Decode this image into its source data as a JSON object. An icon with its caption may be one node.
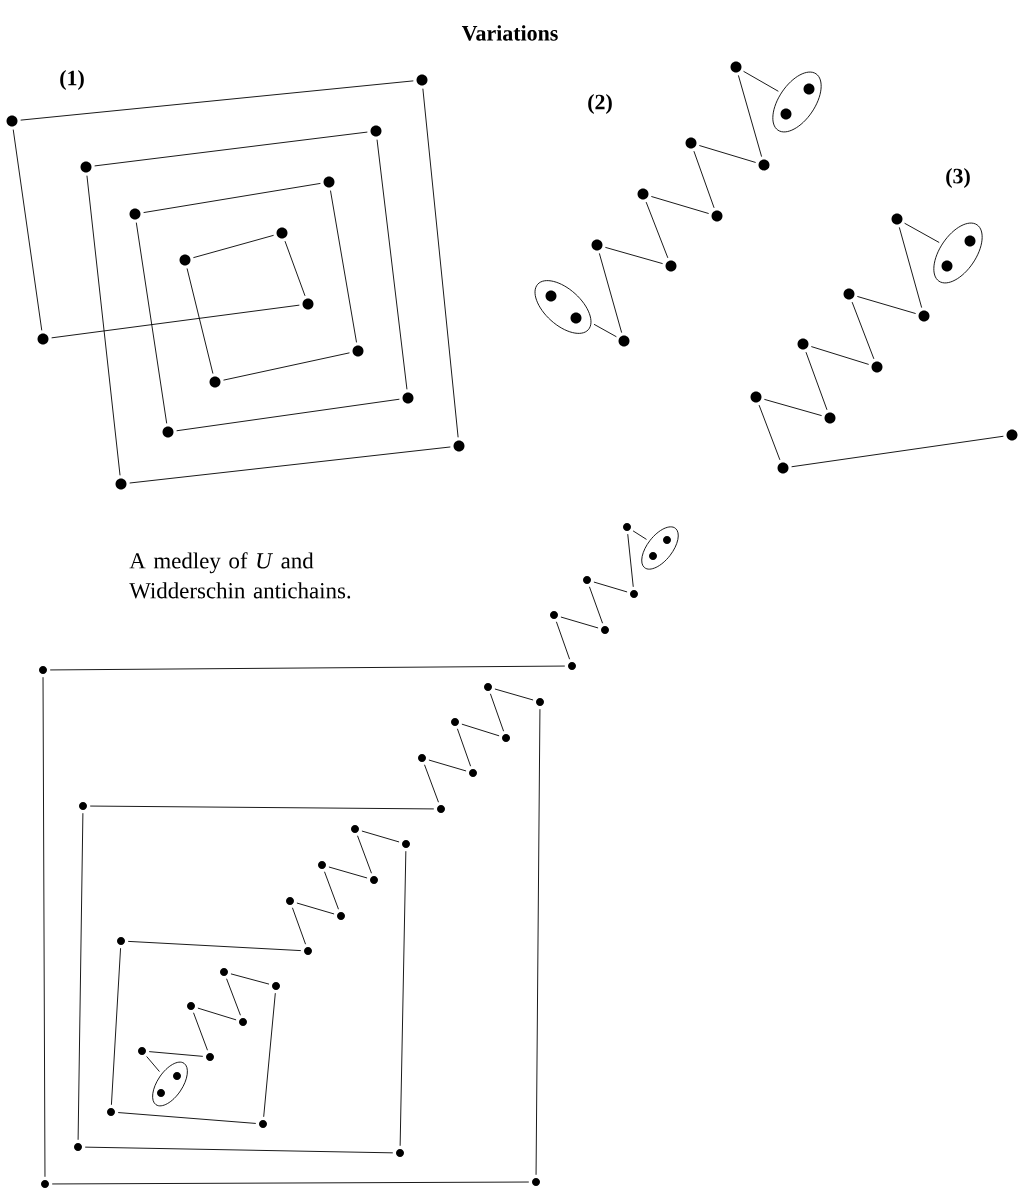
{
  "diagram": {
    "title": "Variations",
    "caption": "A medley of *U* and Widderschin antichains.",
    "labels": [
      "(1)",
      "(2)",
      "(3)"
    ],
    "nodes": [
      {
        "text": [],
        "shape": "circle"
      },
      {
        "text": [],
        "shape": "circle"
      },
      {
        "text": [],
        "shape": "circle"
      },
      {
        "text": [],
        "shape": "circle"
      },
      {
        "text": [],
        "shape": "circle"
      },
      {
        "text": [],
        "shape": "circle"
      },
      {
        "text": [],
        "shape": "circle"
      },
      {
        "text": [],
        "shape": "circle"
      },
      {
        "text": [],
        "shape": "circle"
      },
      {
        "text": [],
        "shape": "circle"
      },
      {
        "text": [],
        "shape": "circle"
      },
      {
        "text": [],
        "shape": "circle"
      },
      {
        "text": [],
        "shape": "circle"
      },
      {
        "text": [],
        "shape": "circle"
      },
      {
        "text": [],
        "shape": "circle"
      },
      {
        "text": [],
        "shape": "circle"
      },
      {
        "text": [],
        "shape": "ellipse"
      },
      {
        "text": [],
        "shape": "circle",
        "in": 16
      },
      {
        "text": [],
        "shape": "circle",
        "in": 16
      },
      {
        "text": [],
        "shape": "circle"
      },
      {
        "text": [],
        "shape": "circle"
      },
      {
        "text": [],
        "shape": "circle"
      },
      {
        "text": [],
        "shape": "circle"
      },
      {
        "text": [],
        "shape": "circle"
      },
      {
        "text": [],
        "shape": "circle"
      },
      {
        "text": [],
        "shape": "circle"
      },
      {
        "text": [],
        "shape": "circle"
      },
      {
        "text": [],
        "shape": "ellipse"
      },
      {
        "text": [],
        "shape": "circle",
        "in": 27
      },
      {
        "text": [],
        "shape": "circle",
        "in": 27
      },
      {
        "text": [],
        "shape": "circle"
      },
      {
        "text": [],
        "shape": "circle"
      },
      {
        "text": [],
        "shape": "circle"
      },
      {
        "text": [],
        "shape": "circle"
      },
      {
        "text": [],
        "shape": "circle"
      },
      {
        "text": [],
        "shape": "circle"
      },
      {
        "text": [],
        "shape": "circle"
      },
      {
        "text": [],
        "shape": "circle"
      },
      {
        "text": [],
        "shape": "circle"
      },
      {
        "text": [],
        "shape": "ellipse"
      },
      {
        "text": [],
        "shape": "circle",
        "in": 39
      },
      {
        "text": [],
        "shape": "circle",
        "in": 39
      },
      {
        "text": [],
        "shape": "ellipse"
      },
      {
        "text": [],
        "shape": "circle",
        "in": 42
      },
      {
        "text": [],
        "shape": "circle",
        "in": 42
      },
      {
        "text": [],
        "shape": "circle"
      },
      {
        "text": [],
        "shape": "circle"
      },
      {
        "text": [],
        "shape": "circle"
      },
      {
        "text": [],
        "shape": "circle"
      },
      {
        "text": [],
        "shape": "circle"
      },
      {
        "text": [],
        "shape": "circle"
      },
      {
        "text": [],
        "shape": "circle"
      },
      {
        "text": [],
        "shape": "circle"
      },
      {
        "text": [],
        "shape": "circle"
      },
      {
        "text": [],
        "shape": "circle"
      },
      {
        "text": [],
        "shape": "circle"
      },
      {
        "text": [],
        "shape": "circle"
      },
      {
        "text": [],
        "shape": "circle"
      },
      {
        "text": [],
        "shape": "circle"
      },
      {
        "text": [],
        "shape": "circle"
      },
      {
        "text": [],
        "shape": "circle"
      },
      {
        "text": [],
        "shape": "circle"
      },
      {
        "text": [],
        "shape": "circle"
      },
      {
        "text": [],
        "shape": "circle"
      },
      {
        "text": [],
        "shape": "circle"
      },
      {
        "text": [],
        "shape": "circle"
      },
      {
        "text": [],
        "shape": "circle"
      },
      {
        "text": [],
        "shape": "circle"
      },
      {
        "text": [],
        "shape": "circle"
      },
      {
        "text": [],
        "shape": "circle"
      },
      {
        "text": [],
        "shape": "circle"
      },
      {
        "text": [],
        "shape": "circle"
      },
      {
        "text": [],
        "shape": "circle"
      },
      {
        "text": [],
        "shape": "circle"
      },
      {
        "text": [],
        "shape": "circle"
      },
      {
        "text": [],
        "shape": "circle"
      },
      {
        "text": [],
        "shape": "circle"
      },
      {
        "text": [],
        "shape": "circle"
      },
      {
        "text": [],
        "shape": "circle"
      },
      {
        "text": [],
        "shape": "circle"
      },
      {
        "text": [],
        "shape": "ellipse"
      },
      {
        "text": [],
        "shape": "circle",
        "in": 80
      },
      {
        "text": [],
        "shape": "circle",
        "in": 80
      }
    ],
    "edges": [
      {
        "from": 0,
        "to": 1,
        "arrow": "none"
      },
      {
        "from": 1,
        "to": 2,
        "arrow": "none"
      },
      {
        "from": 2,
        "to": 3,
        "arrow": "none"
      },
      {
        "from": 3,
        "to": 4,
        "arrow": "none"
      },
      {
        "from": 4,
        "to": 5,
        "arrow": "none"
      },
      {
        "from": 5,
        "to": 6,
        "arrow": "none"
      },
      {
        "from": 6,
        "to": 7,
        "arrow": "none"
      },
      {
        "from": 7,
        "to": 8,
        "arrow": "none"
      },
      {
        "from": 8,
        "to": 9,
        "arrow": "none"
      },
      {
        "from": 9,
        "to": 10,
        "arrow": "none"
      },
      {
        "from": 10,
        "to": 11,
        "arrow": "none"
      },
      {
        "from": 11,
        "to": 12,
        "arrow": "none"
      },
      {
        "from": 12,
        "to": 13,
        "arrow": "none"
      },
      {
        "from": 13,
        "to": 14,
        "arrow": "none"
      },
      {
        "from": 14,
        "to": 15,
        "arrow": "none"
      },
      {
        "from": 15,
        "to": 0,
        "arrow": "none"
      },
      {
        "from": 16,
        "to": 19,
        "arrow": "none"
      },
      {
        "from": 19,
        "to": 20,
        "arrow": "none"
      },
      {
        "from": 20,
        "to": 21,
        "arrow": "none"
      },
      {
        "from": 21,
        "to": 22,
        "arrow": "none"
      },
      {
        "from": 22,
        "to": 23,
        "arrow": "none"
      },
      {
        "from": 23,
        "to": 24,
        "arrow": "none"
      },
      {
        "from": 24,
        "to": 25,
        "arrow": "none"
      },
      {
        "from": 25,
        "to": 26,
        "arrow": "none"
      },
      {
        "from": 26,
        "to": 27,
        "arrow": "none"
      },
      {
        "from": 30,
        "to": 31,
        "arrow": "none"
      },
      {
        "from": 31,
        "to": 32,
        "arrow": "none"
      },
      {
        "from": 32,
        "to": 33,
        "arrow": "none"
      },
      {
        "from": 33,
        "to": 34,
        "arrow": "none"
      },
      {
        "from": 34,
        "to": 35,
        "arrow": "none"
      },
      {
        "from": 35,
        "to": 36,
        "arrow": "none"
      },
      {
        "from": 36,
        "to": 37,
        "arrow": "none"
      },
      {
        "from": 37,
        "to": 38,
        "arrow": "none"
      },
      {
        "from": 38,
        "to": 39,
        "arrow": "none"
      },
      {
        "from": 45,
        "to": 42,
        "arrow": "none"
      },
      {
        "from": 45,
        "to": 46,
        "arrow": "none"
      },
      {
        "from": 46,
        "to": 47,
        "arrow": "none"
      },
      {
        "from": 47,
        "to": 48,
        "arrow": "none"
      },
      {
        "from": 48,
        "to": 49,
        "arrow": "none"
      },
      {
        "from": 49,
        "to": 50,
        "arrow": "none"
      },
      {
        "from": 50,
        "to": 51,
        "arrow": "none"
      },
      {
        "from": 51,
        "to": 52,
        "arrow": "none"
      },
      {
        "from": 52,
        "to": 53,
        "arrow": "none"
      },
      {
        "from": 53,
        "to": 54,
        "arrow": "none"
      },
      {
        "from": 54,
        "to": 55,
        "arrow": "none"
      },
      {
        "from": 55,
        "to": 56,
        "arrow": "none"
      },
      {
        "from": 56,
        "to": 57,
        "arrow": "none"
      },
      {
        "from": 57,
        "to": 58,
        "arrow": "none"
      },
      {
        "from": 58,
        "to": 59,
        "arrow": "none"
      },
      {
        "from": 59,
        "to": 60,
        "arrow": "none"
      },
      {
        "from": 60,
        "to": 61,
        "arrow": "none"
      },
      {
        "from": 61,
        "to": 62,
        "arrow": "none"
      },
      {
        "from": 62,
        "to": 63,
        "arrow": "none"
      },
      {
        "from": 63,
        "to": 64,
        "arrow": "none"
      },
      {
        "from": 64,
        "to": 65,
        "arrow": "none"
      },
      {
        "from": 65,
        "to": 66,
        "arrow": "none"
      },
      {
        "from": 66,
        "to": 67,
        "arrow": "none"
      },
      {
        "from": 67,
        "to": 68,
        "arrow": "none"
      },
      {
        "from": 68,
        "to": 69,
        "arrow": "none"
      },
      {
        "from": 69,
        "to": 70,
        "arrow": "none"
      },
      {
        "from": 70,
        "to": 71,
        "arrow": "none"
      },
      {
        "from": 71,
        "to": 72,
        "arrow": "none"
      },
      {
        "from": 72,
        "to": 73,
        "arrow": "none"
      },
      {
        "from": 73,
        "to": 74,
        "arrow": "none"
      },
      {
        "from": 74,
        "to": 75,
        "arrow": "none"
      },
      {
        "from": 75,
        "to": 76,
        "arrow": "none"
      },
      {
        "from": 76,
        "to": 77,
        "arrow": "none"
      },
      {
        "from": 77,
        "to": 78,
        "arrow": "none"
      },
      {
        "from": 78,
        "to": 79,
        "arrow": "none"
      },
      {
        "from": 79,
        "to": 80,
        "arrow": "none"
      }
    ]
  }
}
